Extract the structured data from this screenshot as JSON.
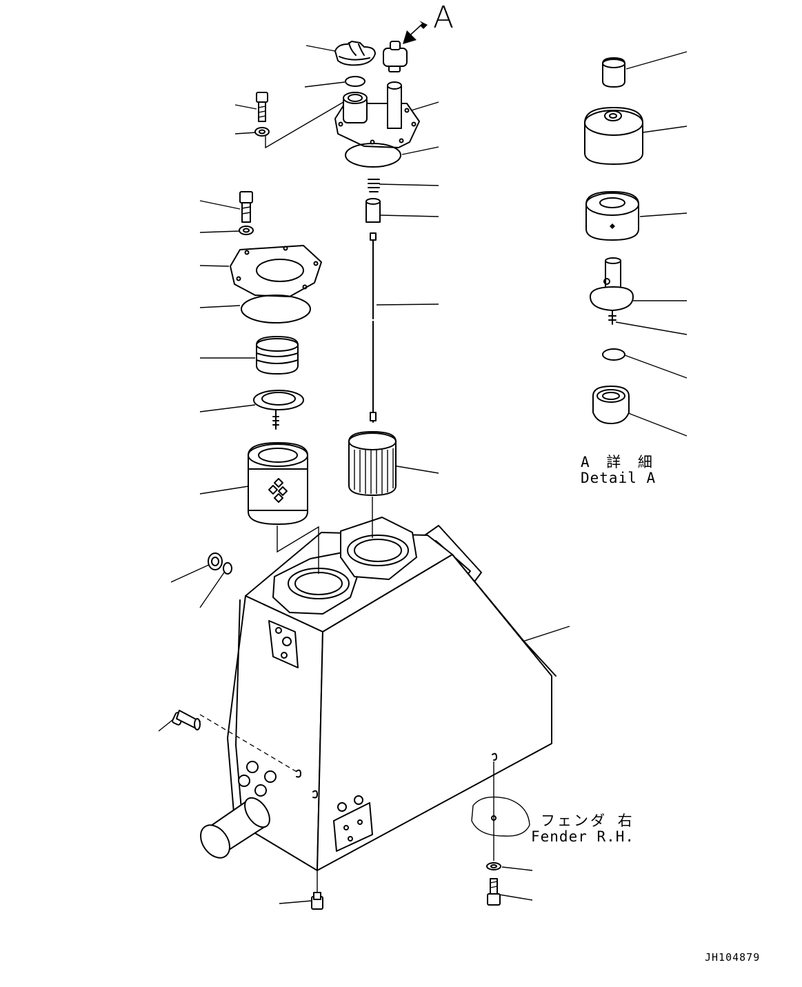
{
  "view_marker": "A",
  "detail_label": {
    "japanese": "A 詳 細",
    "english": "Detail A"
  },
  "fender_label": {
    "japanese": "フェンダ 右",
    "english": "Fender R.H."
  },
  "drawing_number": "JH104879"
}
